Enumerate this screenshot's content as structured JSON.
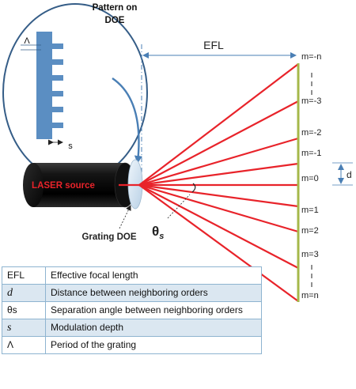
{
  "inset": {
    "title_line1": "Pattern on",
    "title_line2": "DOE",
    "lambda_label": "Λ",
    "s_label": "s"
  },
  "labels": {
    "efl": "EFL",
    "laser": "LASER source",
    "grating": "Grating DOE",
    "theta": "θ",
    "theta_sub": "s",
    "d": "d"
  },
  "orders": [
    "m=-n",
    "m=-3",
    "m=-2",
    "m=-1",
    "m=0",
    "m=1",
    "m=2",
    "m=3",
    "m=n"
  ],
  "colors": {
    "beam": "#e8232a",
    "screen": "#a5b84a",
    "dimension": "#4a7fb5",
    "inset_border": "#355d87",
    "inset_pattern": "#5b8ec2"
  },
  "legend": [
    {
      "symbol": "EFL",
      "description": "Effective focal length"
    },
    {
      "symbol": "d",
      "description": "Distance between neighboring orders"
    },
    {
      "symbol": "θs",
      "description": "Separation angle between neighboring orders"
    },
    {
      "symbol": "s",
      "description": "Modulation depth"
    },
    {
      "symbol": "Λ",
      "description": "Period of the grating"
    }
  ]
}
